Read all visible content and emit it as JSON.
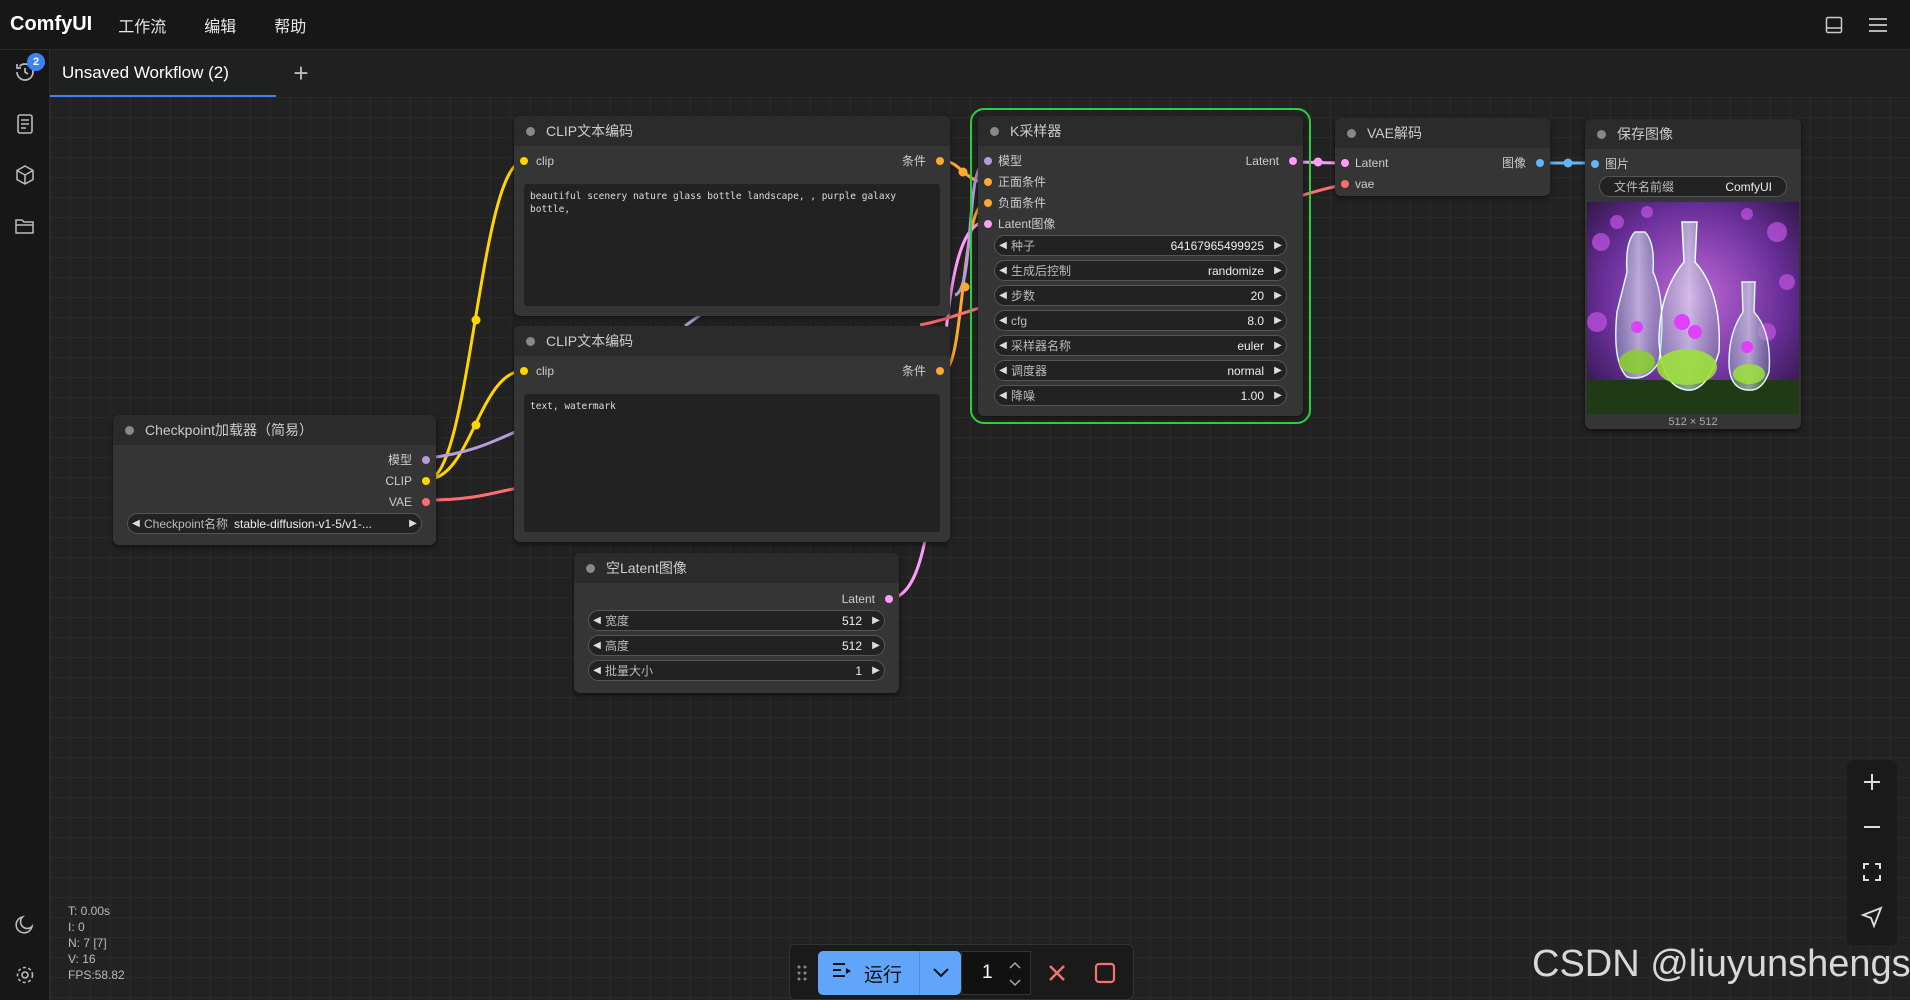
{
  "app": {
    "brand": "ComfyUI"
  },
  "menu": [
    "工作流",
    "编辑",
    "帮助"
  ],
  "sidebar": {
    "queue_badge": "2"
  },
  "tabs": [
    {
      "label": "Unsaved Workflow (2)"
    }
  ],
  "nodes": {
    "clip1": {
      "title": "CLIP文本编码",
      "in_clip": "clip",
      "out_cond": "条件",
      "text": "beautiful scenery nature glass bottle landscape, , purple galaxy bottle,"
    },
    "clip2": {
      "title": "CLIP文本编码",
      "in_clip": "clip",
      "out_cond": "条件",
      "text": "text, watermark"
    },
    "checkpoint": {
      "title": "Checkpoint加载器（简易）",
      "out_model": "模型",
      "out_clip": "CLIP",
      "out_vae": "VAE",
      "ckpt_label": "Checkpoint名称",
      "ckpt_value": "stable-diffusion-v1-5/v1-..."
    },
    "latent": {
      "title": "空Latent图像",
      "out_latent": "Latent",
      "widgets": [
        {
          "label": "宽度",
          "value": "512"
        },
        {
          "label": "高度",
          "value": "512"
        },
        {
          "label": "批量大小",
          "value": "1"
        }
      ]
    },
    "ksampler": {
      "title": "K采样器",
      "in_model": "模型",
      "in_pos": "正面条件",
      "in_neg": "负面条件",
      "in_latent": "Latent图像",
      "out_latent": "Latent",
      "widgets": [
        {
          "label": "种子",
          "value": "64167965499925"
        },
        {
          "label": "生成后控制",
          "value": "randomize"
        },
        {
          "label": "步数",
          "value": "20"
        },
        {
          "label": "cfg",
          "value": "8.0"
        },
        {
          "label": "采样器名称",
          "value": "euler"
        },
        {
          "label": "调度器",
          "value": "normal"
        },
        {
          "label": "降噪",
          "value": "1.00"
        }
      ]
    },
    "vae": {
      "title": "VAE解码",
      "in_latent": "Latent",
      "in_vae": "vae",
      "out_image": "图像"
    },
    "save": {
      "title": "保存图像",
      "in_images": "图片",
      "prefix_label": "文件名前缀",
      "prefix_value": "ComfyUI",
      "size": "512 × 512"
    }
  },
  "stats": {
    "t": "T: 0.00s",
    "i": "I: 0",
    "n": "N: 7 [7]",
    "v": "V: 16",
    "fps": "FPS:58.82"
  },
  "runbar": {
    "run_label": "运行",
    "count": "1"
  },
  "watermark": "CSDN @liuyunshengsir",
  "colors": {
    "clip": "#ffd500",
    "conditioning": "#ffa931",
    "model": "#b39ddb",
    "vae": "#ff6e6e",
    "latent": "#ff9cf9",
    "image": "#64b5f6",
    "run": "#60a5fa",
    "selected": "#2ecc40"
  }
}
